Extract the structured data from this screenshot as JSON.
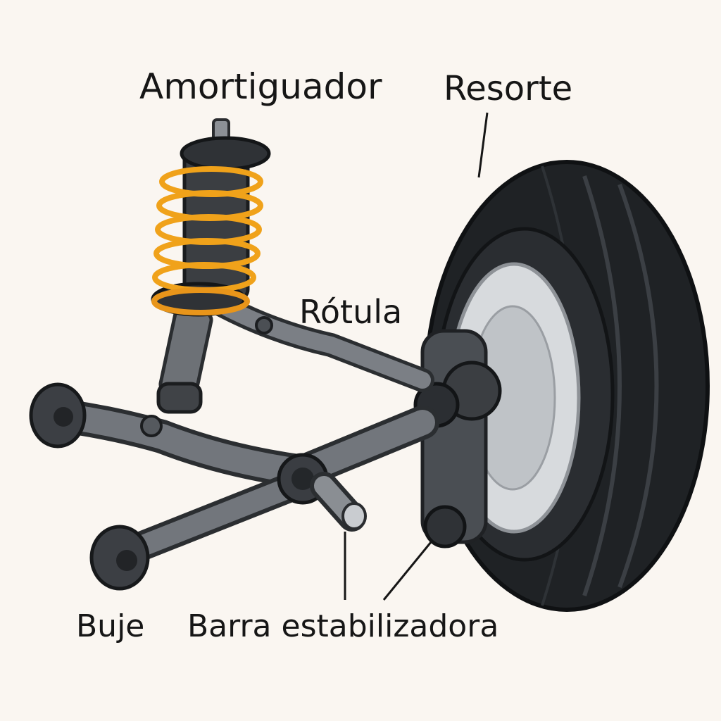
{
  "labels": {
    "amortiguador": "Amortiguador",
    "resorte": "Resorte",
    "rotula": "Rótula",
    "buje": "Buje",
    "barra": "Barra estabilizadora"
  },
  "colors": {
    "background": "#faf6f1",
    "metal": "#6f7378",
    "metal_dark": "#3a3d41",
    "spring": "#f0a21a",
    "tire": "#202326",
    "rim": "#d9dcdf",
    "ink": "#161616"
  },
  "icons": {
    "shock_absorber": "shock-absorber-illustration",
    "coil_spring": "coil-spring-illustration",
    "wheel": "wheel-tire-illustration",
    "control_arm": "control-arm-illustration"
  }
}
